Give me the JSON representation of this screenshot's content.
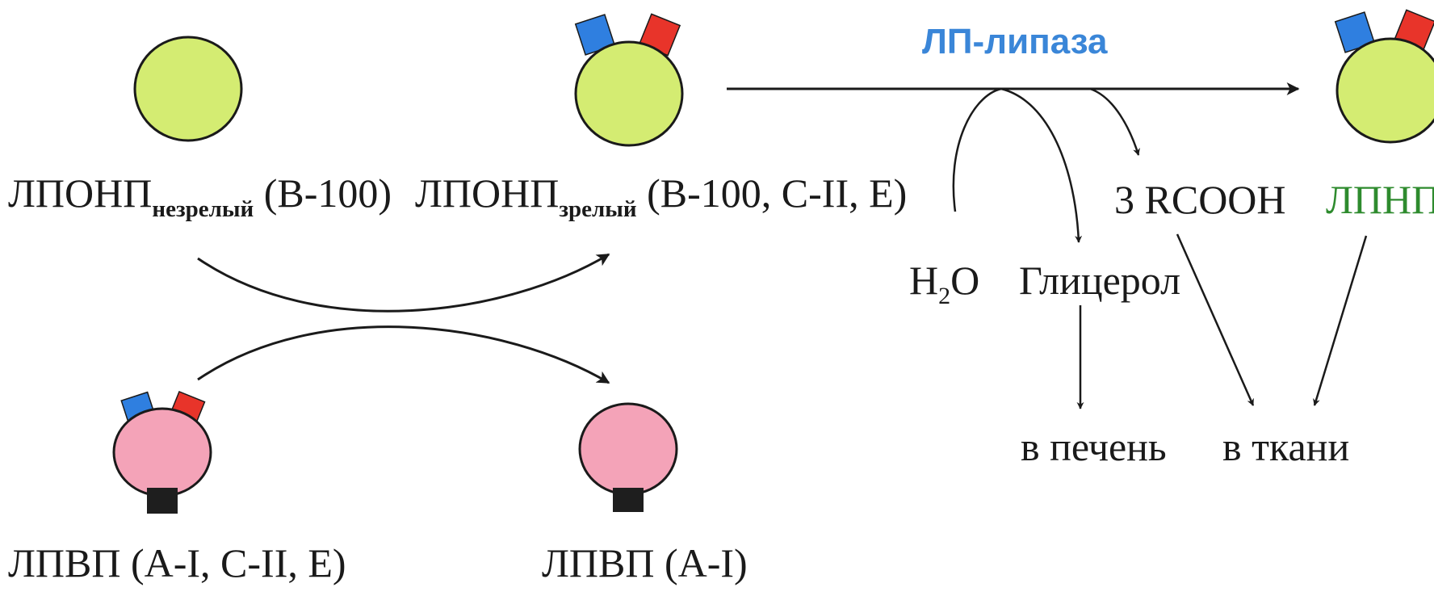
{
  "colors": {
    "vldl_fill": "#d4ec72",
    "hdl_fill": "#f4a3b8",
    "apo_blue": "#2f7fe0",
    "apo_red": "#e8342a",
    "enzyme_text": "#3a86d8",
    "ldl_text": "#2e8b2e",
    "ink": "#1a1a1a"
  },
  "labels": {
    "vldl_immature_main": "ЛПОНП",
    "vldl_immature_sub": "незрелый",
    "vldl_immature_apo": "(B-100)",
    "vldl_mature_main": "ЛПОНП",
    "vldl_mature_sub": "зрелый",
    "vldl_mature_apo": "(B-100, C-II, E)",
    "hdl_full": "ЛПВП (A-I, C-II, E)",
    "hdl_short": "ЛПВП (A-I)",
    "enzyme": "ЛП-липаза",
    "ldl": "ЛПНП",
    "water_h": "H",
    "water_sub": "2",
    "water_o": "O",
    "glycerol": "Глицерол",
    "fatty_acids": "3 RCOOH",
    "to_liver": "в печень",
    "to_tissues": "в ткани"
  }
}
